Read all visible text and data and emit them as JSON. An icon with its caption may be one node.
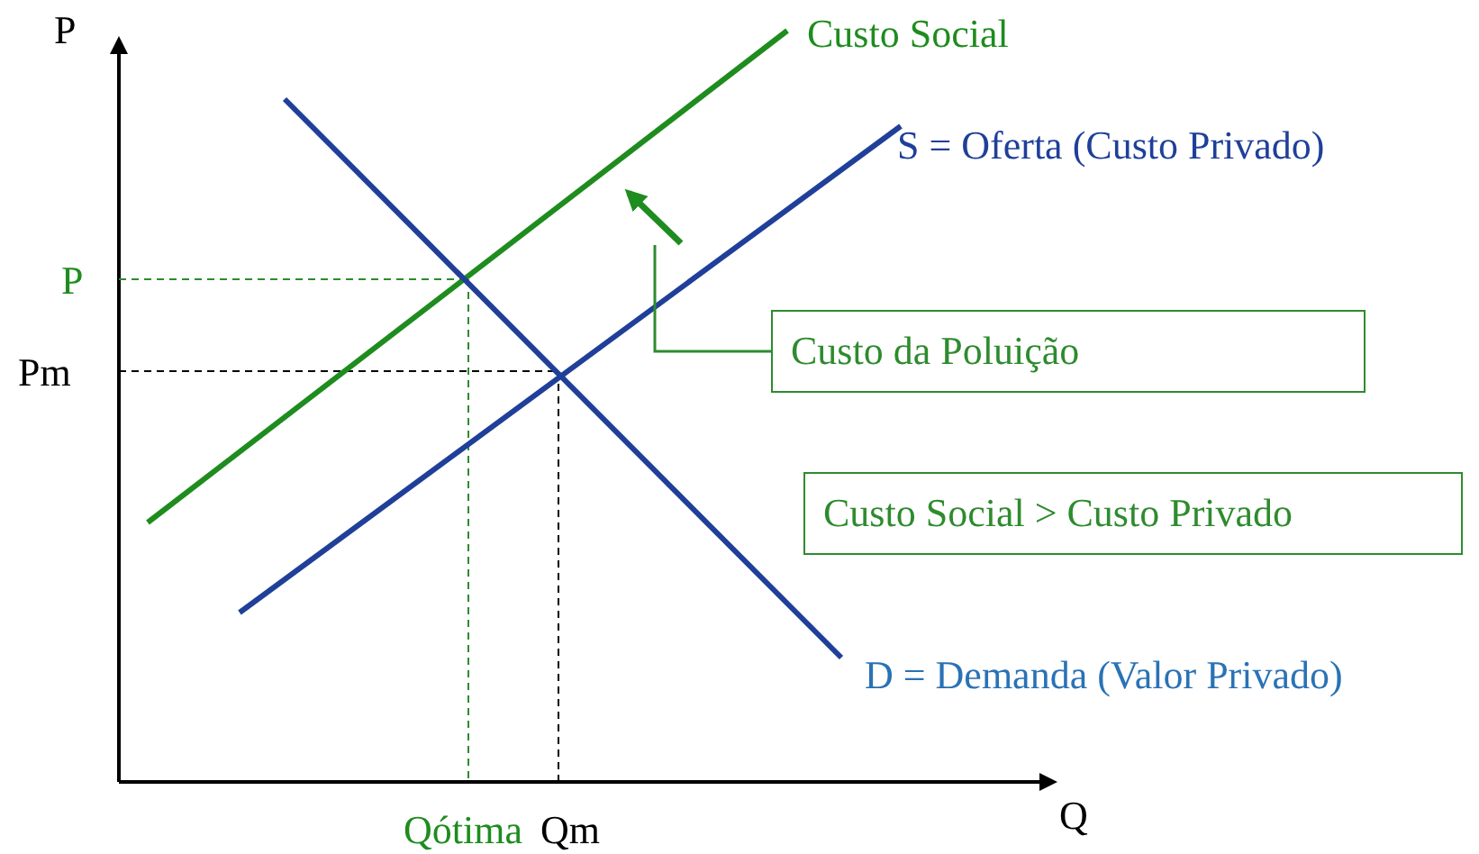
{
  "diagram": {
    "nodes": [
      {
        "text": [
          "Custo da Poluição"
        ]
      },
      {
        "text": [
          "Custo Social > Custo Privado"
        ]
      },
      {
        "text": [],
        "shape": "arrow"
      }
    ],
    "edges": [
      {
        "from": 0,
        "to": 2,
        "arrow": "none"
      }
    ],
    "labels": [
      "P",
      "Custo Social",
      "S = Oferta (Custo Privado)",
      "P",
      "Pm",
      "D = Demanda (Valor Privado)",
      "Qótima",
      "Qm",
      "Q"
    ]
  }
}
